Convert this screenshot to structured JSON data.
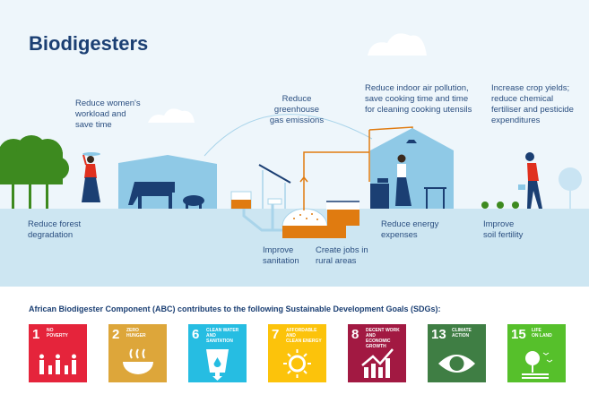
{
  "title": "Biodigesters",
  "benefits": {
    "women": "Reduce women's\nworkload and\nsave time",
    "ghg": "Reduce greenhouse\ngas emissions",
    "indoor": "Reduce indoor air pollution,\nsave cooking time and time\nfor cleaning cooking utensils",
    "crops": "Increase crop yields;\nreduce chemical\nfertiliser and pesticide\nexpenditures",
    "forest": "Reduce forest\ndegradation",
    "sanitation": "Improve\nsanitation",
    "jobs": "Create jobs in\nrural areas",
    "energy": "Reduce energy\nexpenses",
    "soil": "Improve\nsoil fertility"
  },
  "sdg": {
    "heading": "African Biodigester Component (ABC) contributes to the following Sustainable Development Goals (SDGs):",
    "goals": [
      {
        "num": "1",
        "name": "NO\nPOVERTY",
        "color": "#e5243b",
        "icon": "family-icon"
      },
      {
        "num": "2",
        "name": "ZERO\nHUNGER",
        "color": "#dda63a",
        "icon": "bowl-icon"
      },
      {
        "num": "6",
        "name": "CLEAN WATER\nAND SANITATION",
        "color": "#26bde2",
        "icon": "water-glass-icon"
      },
      {
        "num": "7",
        "name": "AFFORDABLE AND\nCLEAN ENERGY",
        "color": "#fcc30b",
        "icon": "sun-power-icon"
      },
      {
        "num": "8",
        "name": "DECENT WORK AND\nECONOMIC GROWTH",
        "color": "#a21942",
        "icon": "growth-chart-icon"
      },
      {
        "num": "13",
        "name": "CLIMATE\nACTION",
        "color": "#3f7e44",
        "icon": "eye-globe-icon"
      },
      {
        "num": "15",
        "name": "LIFE\nON LAND",
        "color": "#56c02b",
        "icon": "tree-birds-icon"
      }
    ]
  }
}
